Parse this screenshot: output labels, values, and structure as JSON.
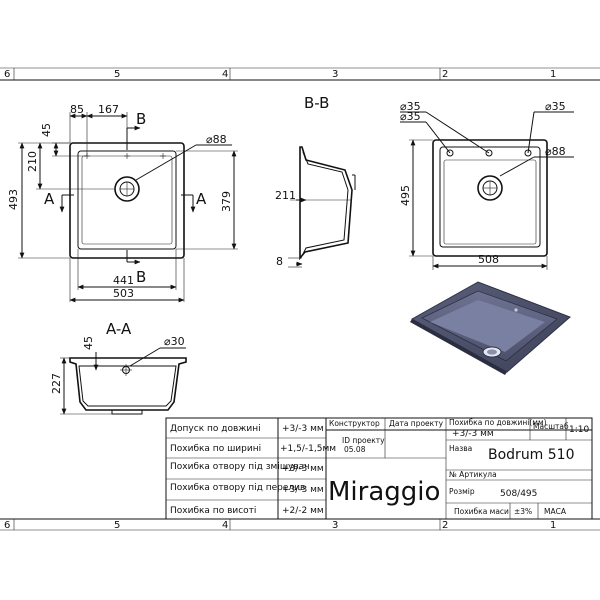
{
  "grid_zones": [
    "6",
    "5",
    "4",
    "3",
    "2",
    "1"
  ],
  "views": {
    "top": {
      "arrow_a": "A",
      "arrow_b": "B",
      "dims": [
        "85",
        "167",
        "45",
        "210",
        "493",
        "379",
        "441",
        "503"
      ],
      "hole": "⌀88"
    },
    "section_bb": {
      "label": "B-B",
      "dims": [
        "211",
        "8"
      ]
    },
    "section_aa": {
      "label": "A-A",
      "dims": [
        "45",
        "227"
      ],
      "hole": "⌀30"
    },
    "right": {
      "holes": [
        "⌀35",
        "⌀35",
        "⌀35",
        "⌀88"
      ],
      "dims": [
        "495",
        "508"
      ]
    }
  },
  "title_block": {
    "tolerance_rows": [
      {
        "label": "Допуск по довжині",
        "value": "+3/-3 мм"
      },
      {
        "label": "Похибка по ширині",
        "value": "+1,5/-1,5мм"
      },
      {
        "label": "Похибка отвору під змішувач",
        "value": "+3/-3 мм"
      },
      {
        "label": "Похибка отвору під перелив",
        "value": "+3/-3 мм"
      },
      {
        "label": "Похибка по висоті",
        "value": "+2/-2 мм"
      }
    ],
    "header": {
      "designer": "Конструктор",
      "date": "Дата проекту",
      "length_error_label": "Похибка по довжині(мм)",
      "length_error_value": "+3/-3 мм",
      "scale_label": "Масштаб",
      "scale_value": "1:10"
    },
    "project_id_label": "ID проекту",
    "project_id_value": "05.08",
    "name_label": "Назва",
    "name_value": "Bodrum 510",
    "article_label": "№ Артикула",
    "size_label": "Розмір",
    "size_value": "508/495",
    "mass_error_label": "Похибка маси",
    "mass_error_value": "±3%",
    "mass_label": "МАСА",
    "brand": "Miraggio"
  }
}
